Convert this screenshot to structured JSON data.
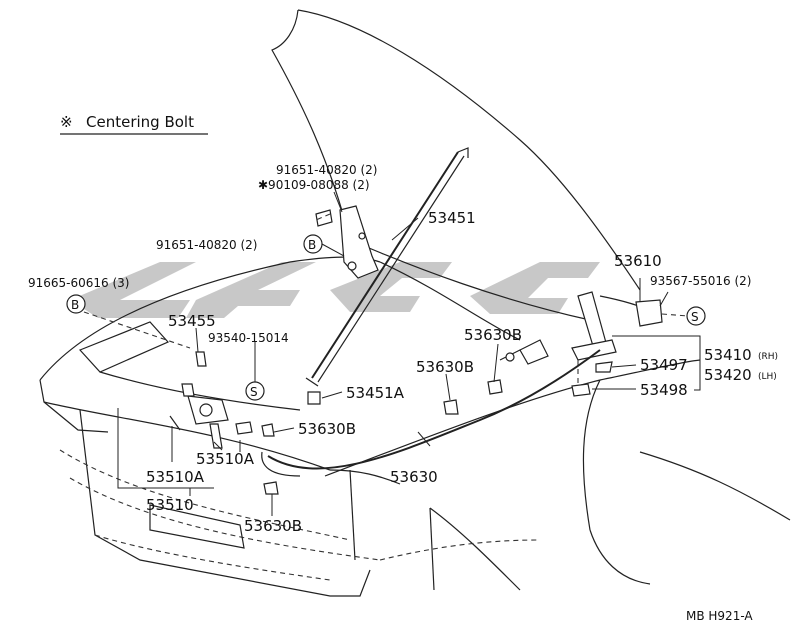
{
  "legend": {
    "symbol": "※",
    "text": "Centering Bolt"
  },
  "footer_code": "MB  H921-A",
  "labels": {
    "bolt_a": "91651-40820 (2)",
    "centering_bolt": "✱90109-08088 (2)",
    "bolt_b": "91651-40820 (2)",
    "bolt_c": "91665-60616 (3)",
    "p53451": "53451",
    "p53455": "53455",
    "p93540": "93540-15014",
    "p53451a": "53451A",
    "p53630b_top": "53630B",
    "p53630b_mid": "53630B",
    "p53630b_left": "53630B",
    "p53630b_bottom": "53630B",
    "p53610": "53610",
    "p93567": "93567-55016 (2)",
    "p53497": "53497",
    "p53498": "53498",
    "p53410": "53410",
    "p53410_side": "(RH)",
    "p53420": "53420",
    "p53420_side": "(LH)",
    "p53630": "53630",
    "p53510a_upper": "53510A",
    "p53510a_lower": "53510A",
    "p53510": "53510"
  },
  "markers": {
    "b": "B",
    "s": "S"
  }
}
